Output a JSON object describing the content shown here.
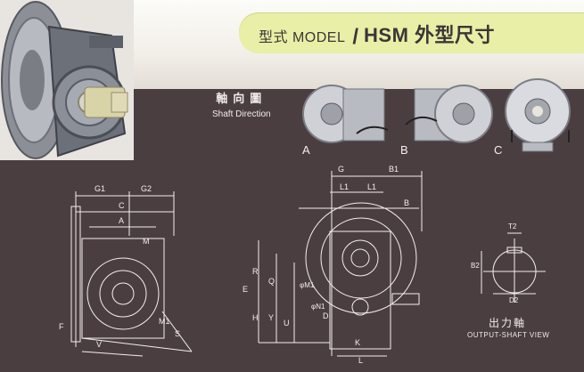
{
  "header": {
    "model_label": "型式 MODEL",
    "slash": "/",
    "series_title": "HSM 外型尺寸"
  },
  "shaft_direction": {
    "label_cn": "軸向圖",
    "label_en": "Shaft Direction",
    "options": [
      "A",
      "B",
      "C"
    ]
  },
  "drawings": {
    "side_view_dims": [
      "G1",
      "G2",
      "C",
      "A",
      "M",
      "F",
      "V",
      "S",
      "M1"
    ],
    "front_view_dims": [
      "G",
      "B1",
      "L1",
      "L1",
      "B",
      "R",
      "Q",
      "E",
      "H",
      "Y",
      "U",
      "K",
      "L",
      "D"
    ],
    "output_view_dims": [
      "T2",
      "B2",
      "D2"
    ],
    "front_phi_labels": [
      "φM1",
      "φN1"
    ]
  },
  "output_shaft": {
    "label_cn": "出力軸",
    "label_en": "OUTPUT-SHAFT VIEW"
  },
  "colors": {
    "panel": "#4b3e41",
    "header_tab": "#e9efa6",
    "line": "#f3eeee"
  }
}
